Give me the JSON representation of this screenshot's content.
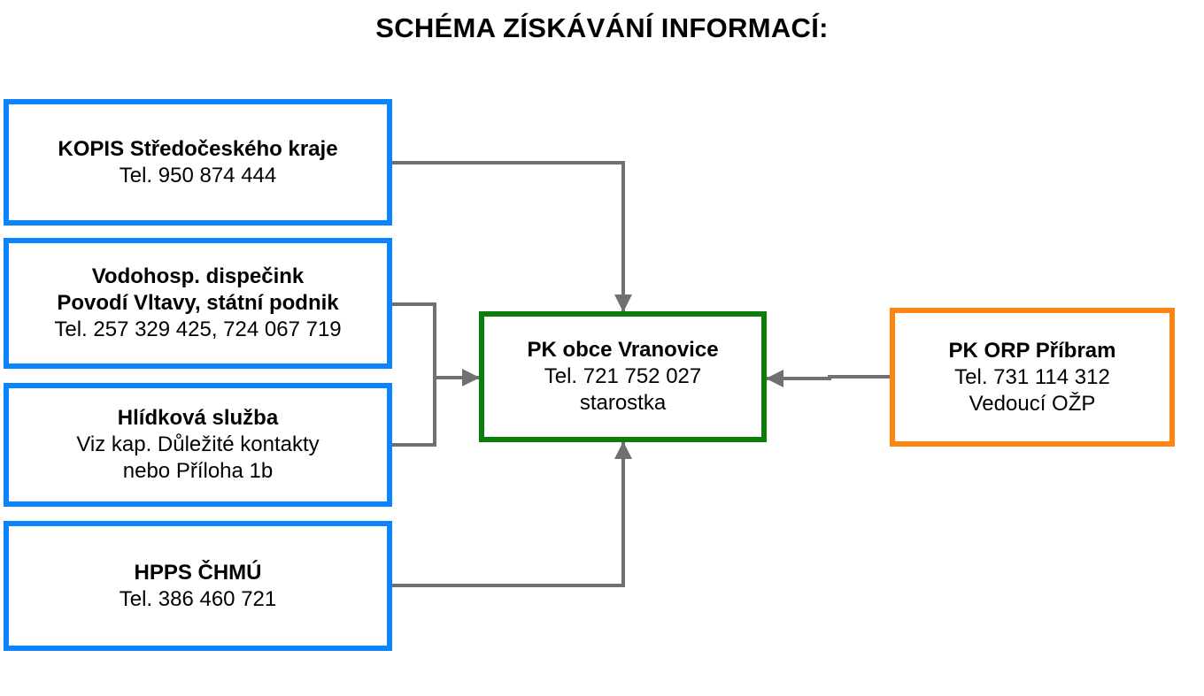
{
  "title": "SCHÉMA ZÍSKÁVÁNÍ INFORMACÍ:",
  "colors": {
    "source_border": "#0a84ff",
    "center_border": "#0c7d0c",
    "orp_border": "#ff8410",
    "connector": "#707070"
  },
  "boxes": {
    "kopis": {
      "name": "KOPIS Středočeského kraje",
      "line1": "Tel. 950 874 444"
    },
    "vodohosp": {
      "name1": "Vodohosp. dispečink",
      "name2": "Povodí Vltavy, státní podnik",
      "line1": "Tel. 257 329 425, 724 067 719"
    },
    "hlidkova": {
      "name": "Hlídková služba",
      "line1": "Viz kap. Důležité kontakty",
      "line2": "nebo Příloha 1b"
    },
    "hpps": {
      "name": "HPPS ČHMÚ",
      "line1": "Tel. 386 460 721"
    },
    "center": {
      "name": "PK obce Vranovice",
      "line1": "Tel. 721 752 027",
      "line2": "starostka"
    },
    "orp": {
      "name": "PK ORP Příbram",
      "line1": "Tel. 731 114 312",
      "line2": "Vedoucí OŽP"
    }
  }
}
